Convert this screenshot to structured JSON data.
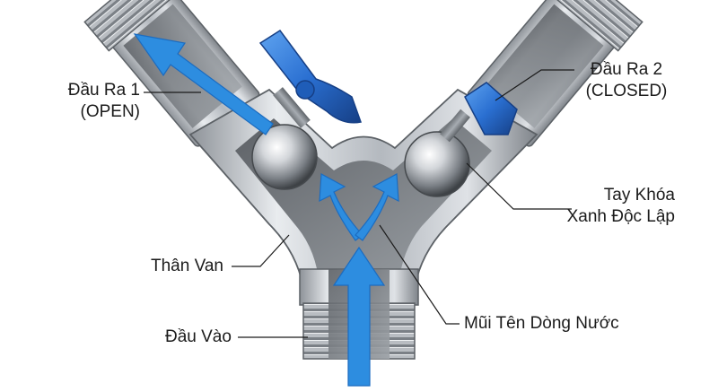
{
  "labels": {
    "outlet1": {
      "line1": "Đầu Ra 1",
      "line2": "(OPEN)"
    },
    "outlet2": {
      "line1": "Đầu Ra 2",
      "line2": "(CLOSED)"
    },
    "handle": {
      "line1": "Tay Khóa",
      "line2": "Xanh Độc Lập"
    },
    "body": "Thân Van",
    "inlet": "Đầu Vào",
    "flow_arrow": "Mũi Tên Dòng Nước"
  },
  "colors": {
    "flow_arrow": "#2d8de0",
    "handle_blue": "#2a6fd1",
    "metal": "#b8bcc2",
    "leader_line": "#1b1b1b"
  },
  "state": {
    "outlet1": "OPEN",
    "outlet2": "CLOSED"
  }
}
